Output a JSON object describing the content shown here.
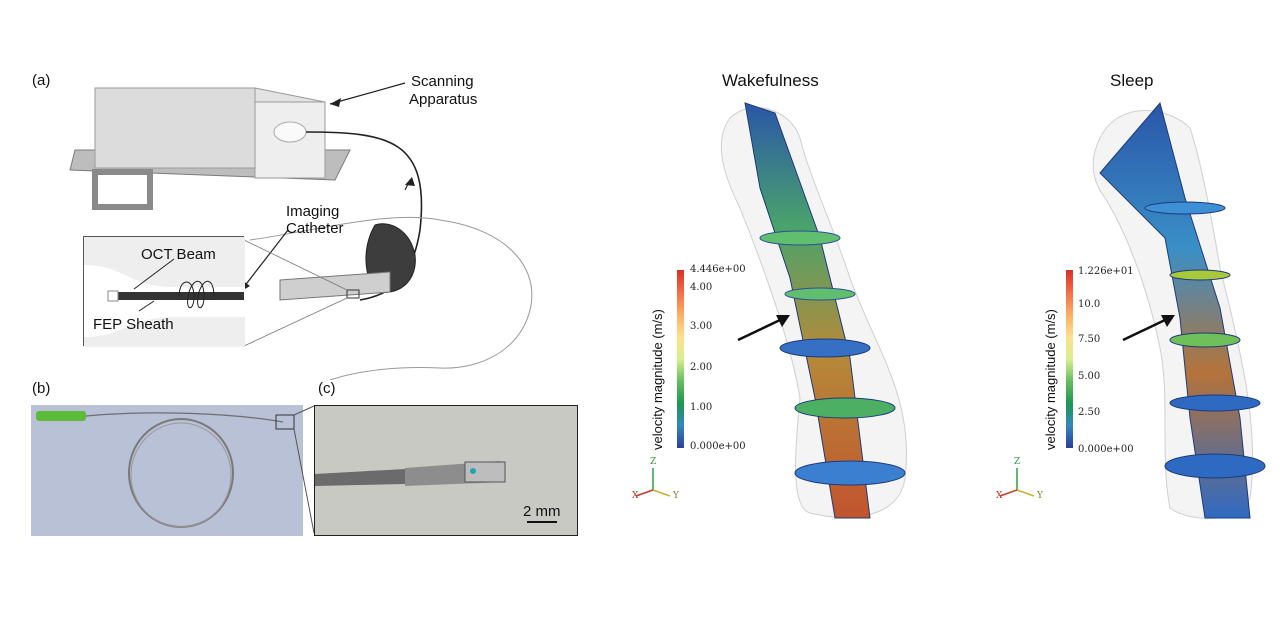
{
  "panel_a": {
    "label": "(a)",
    "scanning_apparatus": [
      "Scanning",
      "Apparatus"
    ],
    "imaging_catheter": [
      "Imaging",
      "Catheter"
    ],
    "oct_beam": "OCT Beam",
    "fep_sheath": "FEP Sheath"
  },
  "panel_b": {
    "label": "(b)"
  },
  "panel_c": {
    "label": "(c)",
    "scale_bar": "2 mm"
  },
  "wakefulness": {
    "title": "Wakefulness",
    "colorbar_label": "velocity magnitude (m/s)",
    "ticks": [
      "4.446e+00",
      "4.00",
      "3.00",
      "2.00",
      "1.00",
      "0.000e+00"
    ],
    "axes": {
      "z": "Z",
      "x": "X",
      "y": "Y"
    }
  },
  "sleep": {
    "title": "Sleep",
    "colorbar_label": "velocity magnitude (m/s)",
    "ticks": [
      "1.226e+01",
      "10.0",
      "7.50",
      "5.00",
      "2.50",
      "0.000e+00"
    ],
    "axes": {
      "z": "Z",
      "x": "X",
      "y": "Y"
    }
  },
  "colors": {
    "photo_b_bg": "#b9c1d7",
    "photo_c_bg": "#c9c9c3",
    "connector_green": "#5dbb3a"
  }
}
